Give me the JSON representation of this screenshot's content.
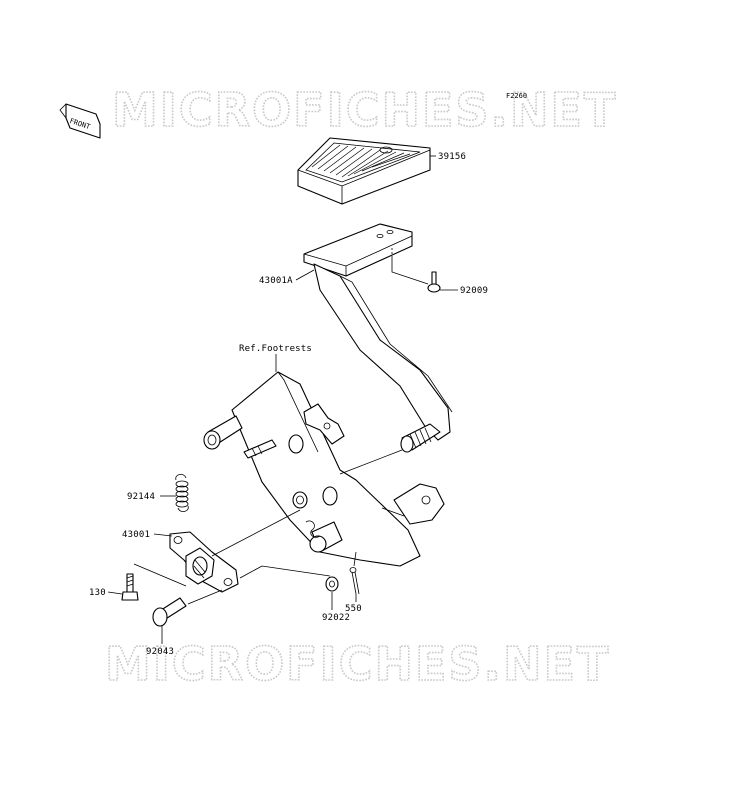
{
  "diagram": {
    "ref_code": "F2260",
    "watermark": "MICROFICHES.NET",
    "front_badge": "FRONT",
    "reference_note": "Ref.Footrests",
    "parts": [
      {
        "label": "39156"
      },
      {
        "label": "43001A"
      },
      {
        "label": "92009"
      },
      {
        "label": "92144"
      },
      {
        "label": "43001"
      },
      {
        "label": "130"
      },
      {
        "label": "92022"
      },
      {
        "label": "550"
      },
      {
        "label": "92043"
      }
    ]
  }
}
